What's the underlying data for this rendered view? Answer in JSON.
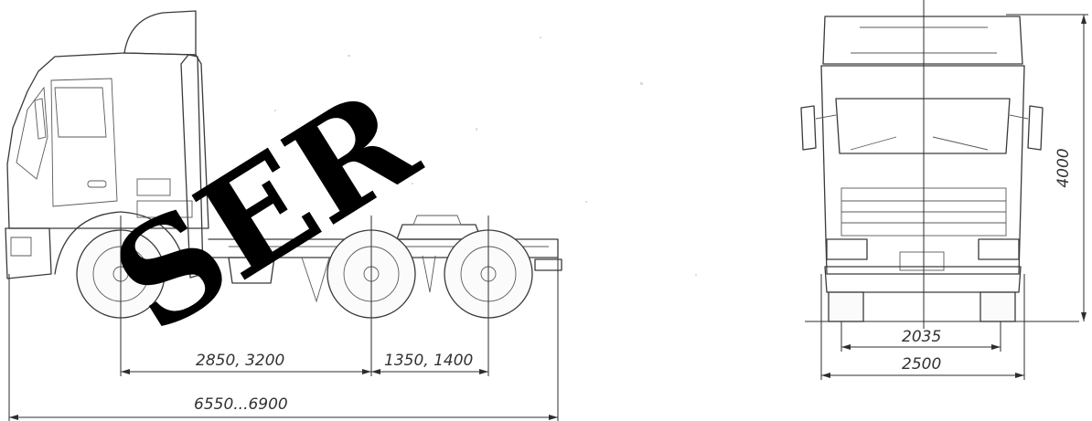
{
  "watermark": "SER",
  "side_view": {
    "dims": {
      "wheelbase": "2850, 3200",
      "tandem": "1350, 1400",
      "overall_length": "6550...6900"
    }
  },
  "front_view": {
    "dims": {
      "height": "4000",
      "track": "2035",
      "width": "2500"
    }
  }
}
